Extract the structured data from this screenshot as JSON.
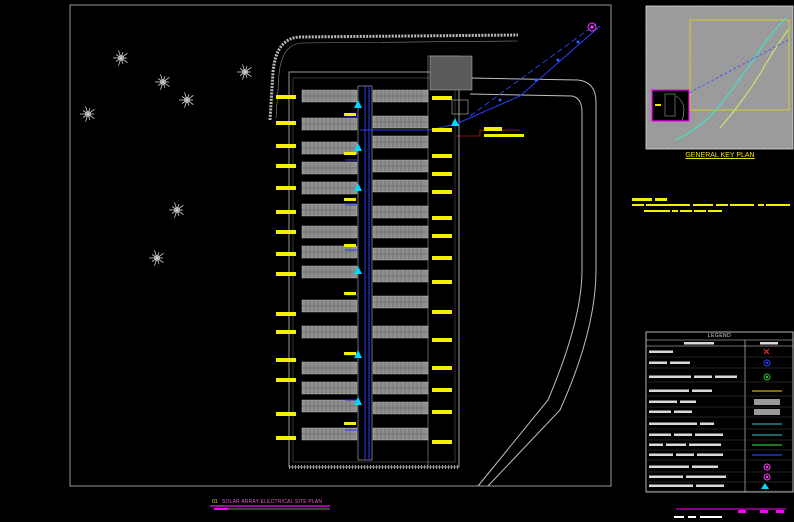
{
  "drawing": {
    "sheet_number": "01",
    "sheet_title": "SOLAR ARRAY ELECTRICAL SITE PLAN",
    "key_plan_caption": "GENERAL KEY PLAN",
    "legend_title": "LEGEND"
  },
  "colors": {
    "background": "#000000",
    "border": "#bfbfbf",
    "panel_row": "#9a9a9a",
    "tag": "#f5f000",
    "cable": "#2030ff",
    "inverter": "#00d8ff",
    "key_plan_frame": "#ff00ff",
    "title_underline": "#ff00ff"
  },
  "icons": [
    "tree-icon",
    "inverter-icon",
    "north-arrow-icon",
    "legend-symbol-icon"
  ]
}
